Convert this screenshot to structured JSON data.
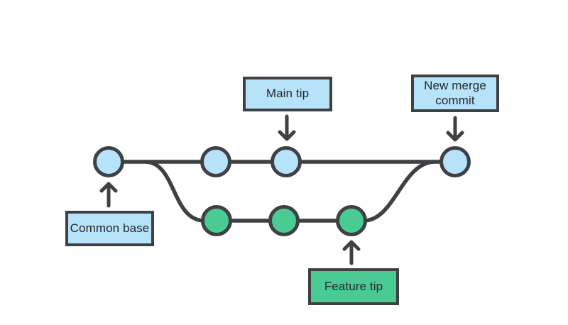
{
  "diagram": {
    "type": "git-merge-branch-diagram",
    "colors": {
      "background": "#ffffff",
      "line": "#3e4043",
      "main_fill": "#b6e2fa",
      "feature_fill": "#49cb93",
      "label_text": "#26282a"
    },
    "branches": {
      "main": {
        "commit_count": 4,
        "node_color": "#b6e2fa"
      },
      "feature": {
        "commit_count": 3,
        "node_color": "#49cb93"
      }
    },
    "callouts": {
      "main_tip": {
        "text": "Main tip",
        "arrow": "down"
      },
      "new_merge_commit": {
        "text": "New merge commit",
        "arrow": "down"
      },
      "common_base": {
        "text": "Common base",
        "arrow": "up"
      },
      "feature_tip": {
        "text": "Feature tip",
        "arrow": "up"
      }
    }
  }
}
